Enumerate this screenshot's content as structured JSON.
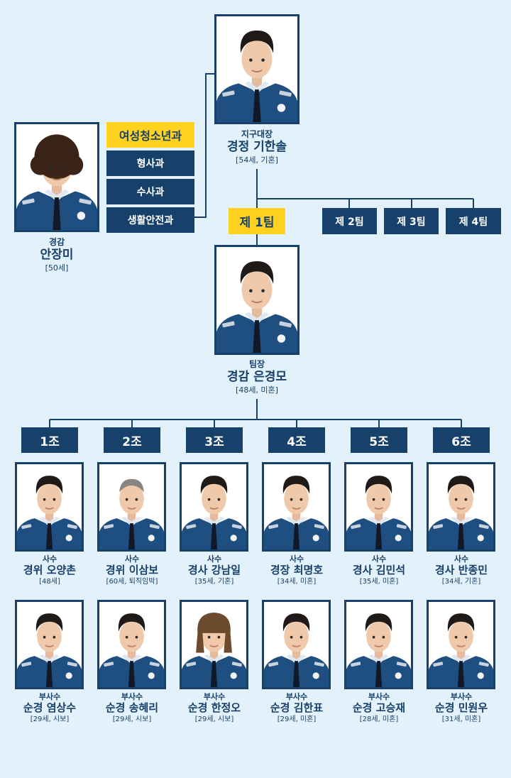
{
  "chief": {
    "role": "지구대장",
    "name": "경정 기한솔",
    "detail": "[54세, 기혼]"
  },
  "side_officer": {
    "role": "경감",
    "name": "안장미",
    "detail": "[50세]"
  },
  "departments": [
    "여성청소년과",
    "형사과",
    "수사과",
    "생활안전과"
  ],
  "teams": [
    "제 1팀",
    "제 2팀",
    "제 3팀",
    "제 4팀"
  ],
  "team_leader": {
    "role": "팀장",
    "name": "경감 은경모",
    "detail": "[48세, 미혼]"
  },
  "groups": [
    {
      "label": "1조",
      "senior": {
        "role": "사수",
        "name": "경위 오양촌",
        "detail": "[48세]"
      },
      "junior": {
        "role": "부사수",
        "name": "순경 염상수",
        "detail": "[29세, 시보]"
      }
    },
    {
      "label": "2조",
      "senior": {
        "role": "사수",
        "name": "경위 이삼보",
        "detail": "[60세, 퇴직임박]"
      },
      "junior": {
        "role": "부사수",
        "name": "순경 송혜리",
        "detail": "[29세, 시보]"
      }
    },
    {
      "label": "3조",
      "senior": {
        "role": "사수",
        "name": "경사 강남일",
        "detail": "[35세, 기혼]"
      },
      "junior": {
        "role": "부사수",
        "name": "순경 한정오",
        "detail": "[29세, 시보]"
      }
    },
    {
      "label": "4조",
      "senior": {
        "role": "사수",
        "name": "경장 최명호",
        "detail": "[34세, 미혼]"
      },
      "junior": {
        "role": "부사수",
        "name": "순경 김한표",
        "detail": "[29세, 미혼]"
      }
    },
    {
      "label": "5조",
      "senior": {
        "role": "사수",
        "name": "경사 김민석",
        "detail": "[35세, 미혼]"
      },
      "junior": {
        "role": "부사수",
        "name": "순경 고승재",
        "detail": "[28세, 미혼]"
      }
    },
    {
      "label": "6조",
      "senior": {
        "role": "사수",
        "name": "경사 반종민",
        "detail": "[34세, 기혼]"
      },
      "junior": {
        "role": "부사수",
        "name": "순경 민원우",
        "detail": "[31세, 미혼]"
      }
    }
  ],
  "colors": {
    "navy": "#17406a",
    "yellow": "#ffd21f",
    "background": "#e3f1fb"
  }
}
